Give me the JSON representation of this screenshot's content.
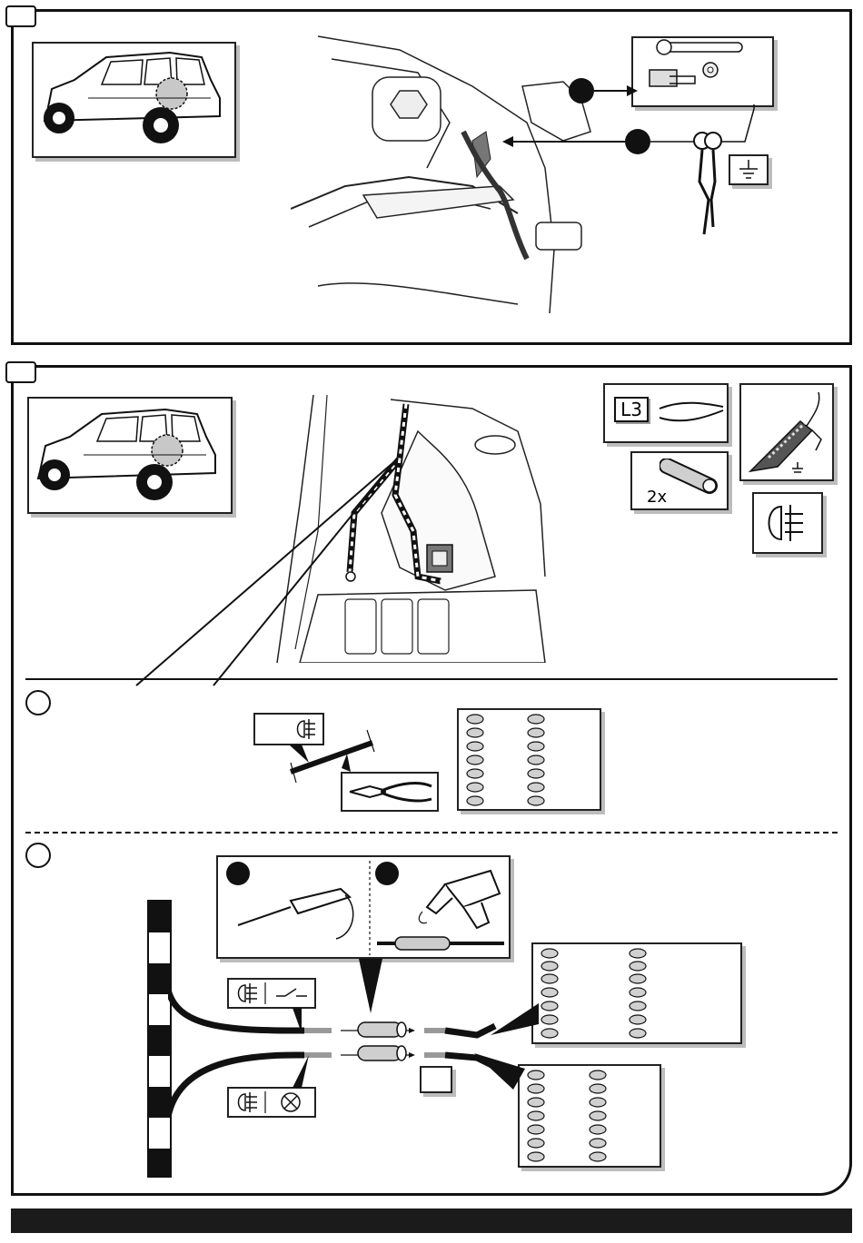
{
  "steps": [
    {
      "number": "",
      "label": "step-1"
    },
    {
      "number": "",
      "label": "step-2"
    }
  ],
  "step2": {
    "connector_tag": "L3",
    "sleeve_quantity": "2x",
    "sub_steps": [
      "",
      ""
    ],
    "wire_labels": [
      "fog-light-switch",
      "fog-light-bulb"
    ]
  },
  "icons": {
    "ground": "ground-symbol-icon",
    "fog_lamp": "rear-fog-lamp-icon",
    "switch": "switch-icon",
    "bulb": "bulb-icon",
    "tester": "voltage-tester-icon",
    "pliers": "wire-stripper-icon",
    "heat_gun": "heat-gun-icon",
    "screwdriver": "screwdriver-icon",
    "ratchet": "ratchet-wrench-icon"
  },
  "colors": {
    "border": "#111111",
    "shadow": "#bdbdbd",
    "swatch_fill": "#d0d0d0",
    "footer": "#1b1b1b"
  }
}
